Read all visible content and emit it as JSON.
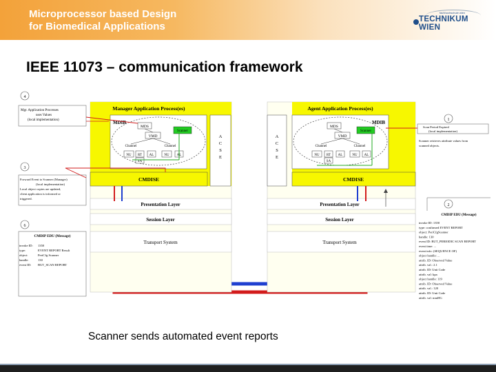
{
  "header": {
    "title_line1": "Microprocessor based Design",
    "title_line2": "for Biomedical Applications",
    "logo_text": "TECHNIKUM WIEN",
    "logo_small": "fachhochschule wien"
  },
  "slide_title": "IEEE 11073 – communication framework",
  "caption": "Scanner sends automated event reports",
  "diagram": {
    "manager": {
      "title": "Manager Application Process(es)",
      "mdib": "MDIB",
      "mds": "MDS",
      "vmd": "VMD",
      "scanner": "Scanner",
      "channel1": "Channel",
      "channel2": "Channel",
      "nu": "NU",
      "rt": "RT",
      "sa": "SA",
      "al": "AL",
      "acse": [
        "A",
        "C",
        "S",
        "E"
      ],
      "cmdise": "CMDISE",
      "presentation": "Presentation Layer",
      "session": "Session Layer",
      "transport": "Transport System"
    },
    "agent": {
      "title": "Agent Application Process(es)",
      "mdib": "MDIB",
      "mds": "MDS",
      "vmd": "VMD",
      "scanner": "Scanner",
      "channel1": "Channel",
      "channel2": "Channel",
      "nu": "NU",
      "rt": "RT",
      "sa": "SA",
      "al": "AL",
      "acse": [
        "A",
        "C",
        "S",
        "E"
      ],
      "cmdise": "CMDISE",
      "presentation": "Presentation Layer",
      "session": "Session Layer",
      "transport": "Transport System"
    },
    "notes": {
      "n4_num": "4",
      "n4_text": [
        "Mgr. Application Processes",
        "uses Values",
        "(local implementation)"
      ],
      "n3_num": "3",
      "n3_text": [
        "Forward Event to Scanner (Manager)",
        "(local implementation)",
        "Local object copies are updated,",
        "client application is informed or",
        "triggered."
      ],
      "n6_num": "6",
      "n6_title": "CMDIP EDU (Message)",
      "n6_rows": [
        [
          "invoke ID:",
          "1350"
        ],
        [
          "type:",
          "EVENT REPORT Result"
        ],
        [
          "object:",
          "PeriCfg Scanner"
        ],
        [
          "handle:",
          "130"
        ],
        [
          "event ID:",
          "BUT_SCAN REPORT"
        ]
      ],
      "n1_num": "1",
      "n1_text": [
        "Scan Period Expired",
        "(local implementation)"
      ],
      "n1_text2": [
        "Scanner retrieves attribute values from",
        "scanned objects."
      ],
      "n2_num": "2",
      "n2_title": "CMDIP EDU (Message)",
      "n2_rows": [
        "invoke ID:   1350",
        "type:   confirmed EVENT REPORT",
        "object:   PeriCfgScanner",
        "handle:   130",
        "event ID:   BUT_PERIODIC SCAN REPORT",
        "event time:   ...",
        "event info:   (SEQUENCE OF)",
        "  object handle:   ...",
        "  attrib. ID: Observed Value",
        "  attrib. val.: 2.1",
        "  attrib. ID: Unit Code",
        "  attrib. val: kpa",
        "  object handle:   119",
        "  attrib. ID: Observed Value",
        "  attrib. val.: 120",
        "  attrib. ID: Unit Code",
        "  attrib. val: mmHG"
      ]
    }
  }
}
